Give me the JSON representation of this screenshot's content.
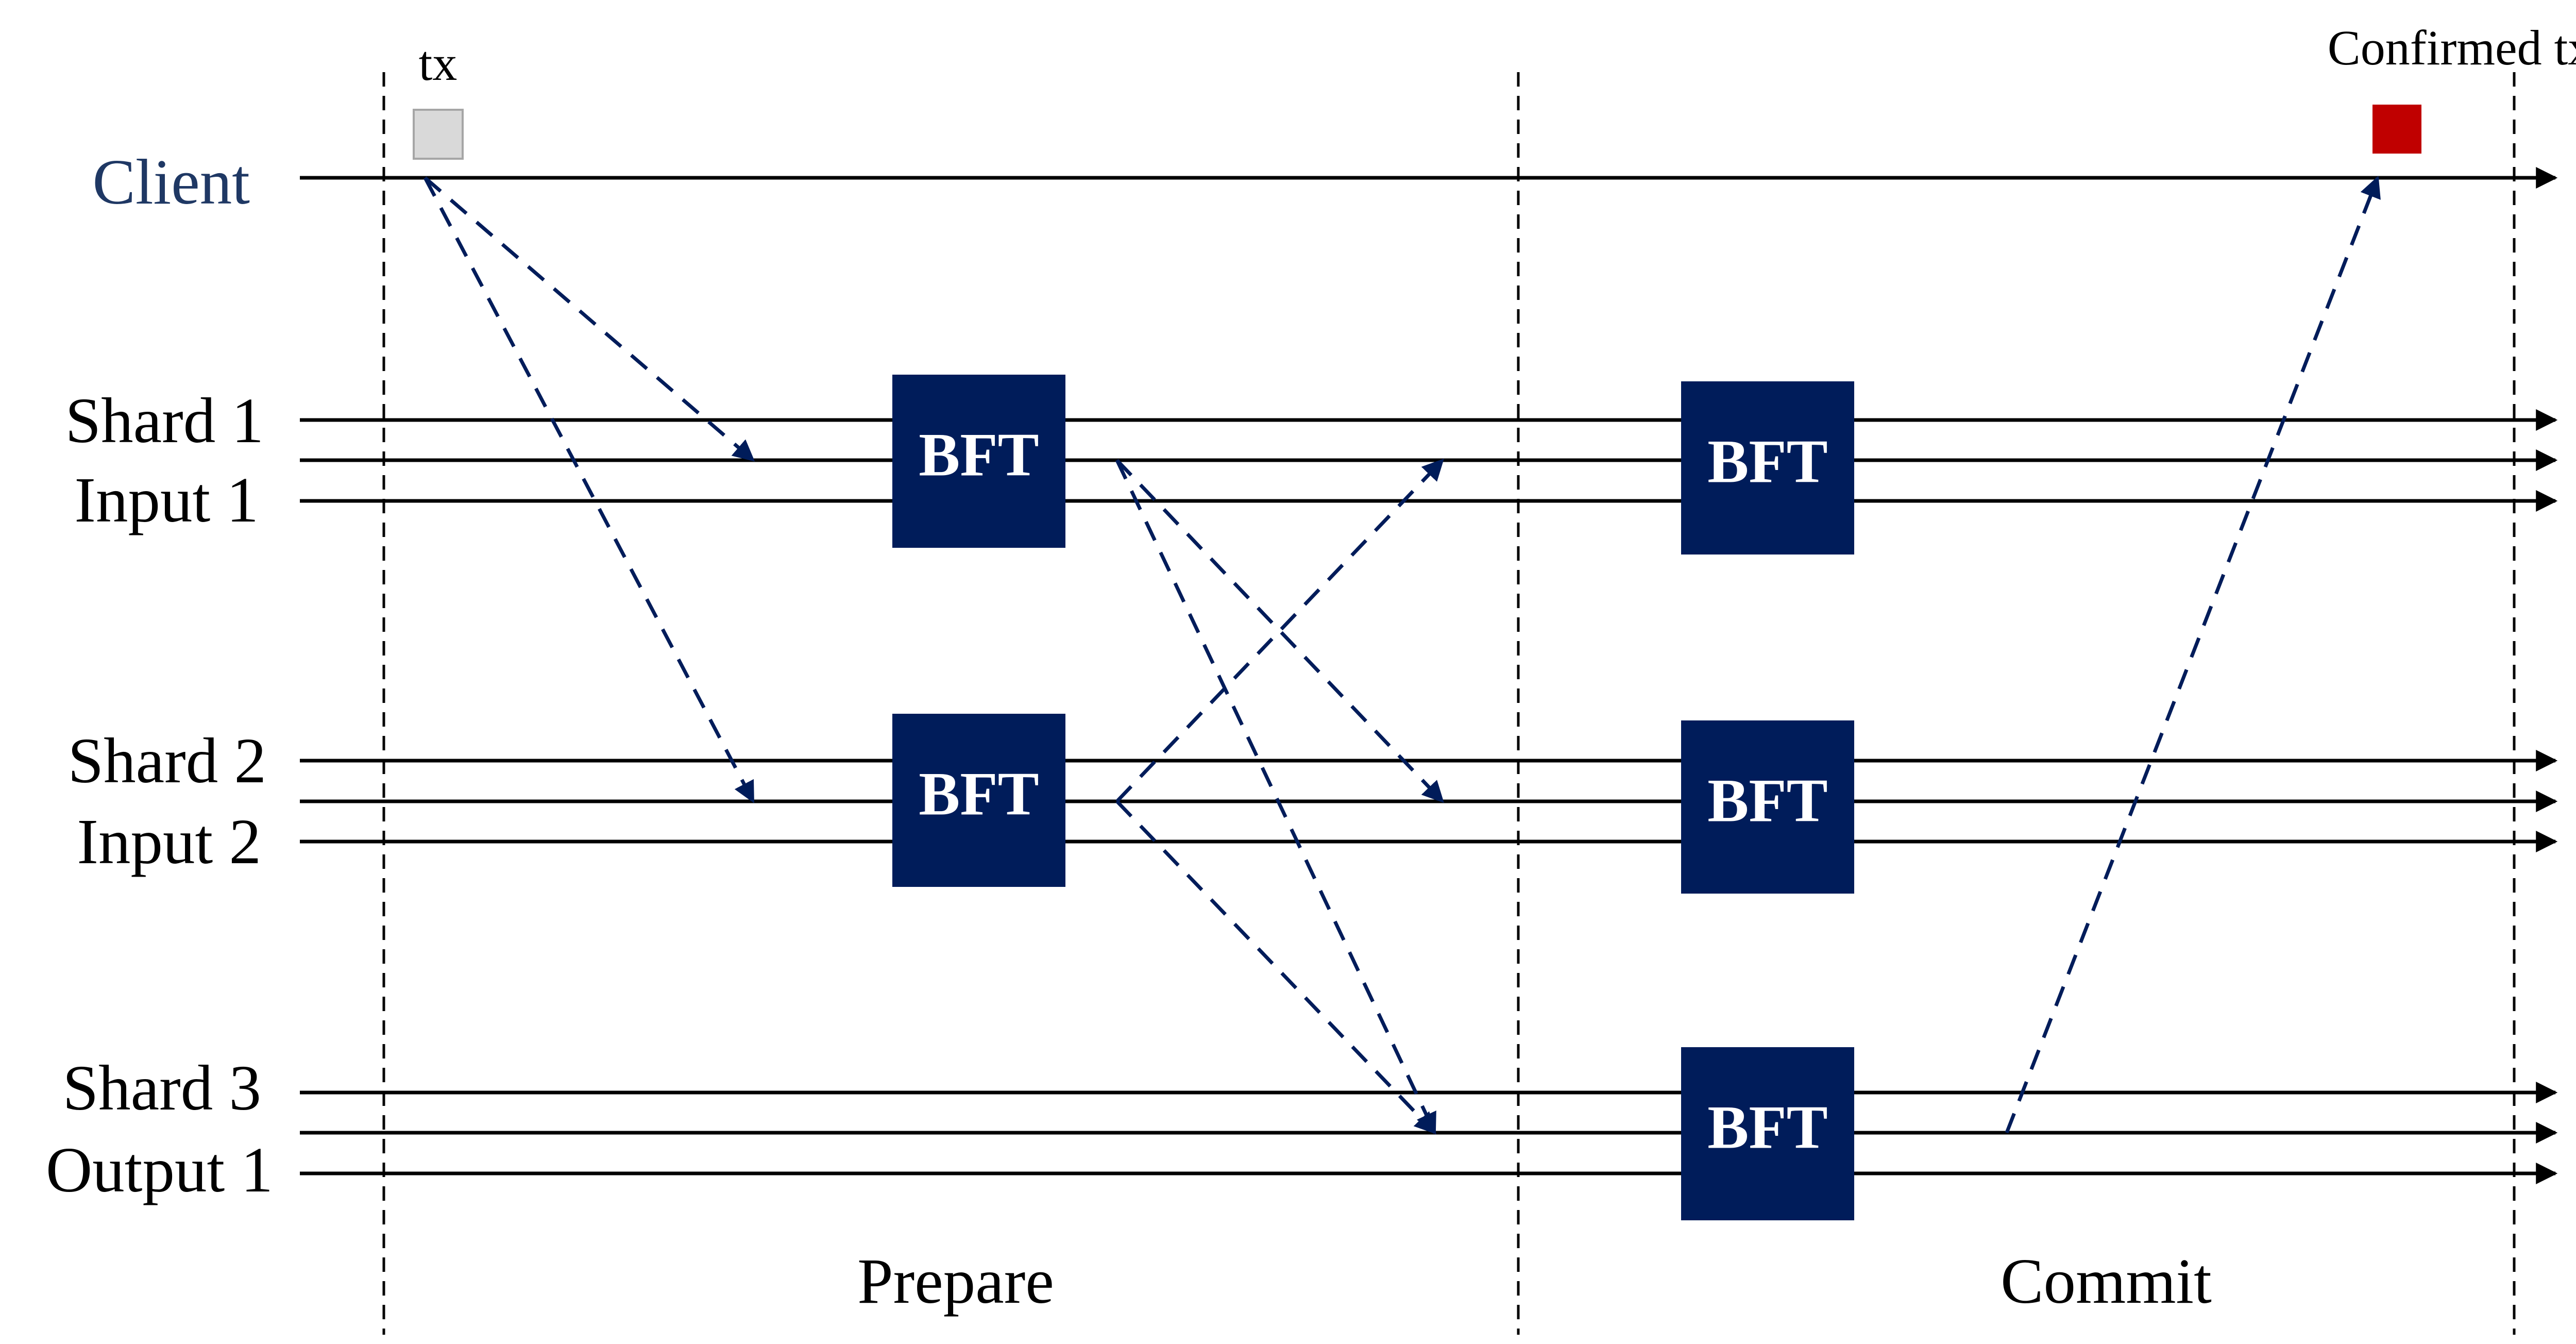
{
  "colors": {
    "navy": "#001c5a",
    "tx_pending": "#d9d9d9",
    "tx_confirmed": "#c00000",
    "line": "#000000"
  },
  "labels": {
    "tx": "tx",
    "confirmed_tx": "Confirmed tx",
    "client": "Client",
    "shard1": "Shard 1",
    "input1": "Input 1",
    "shard2": "Shard 2",
    "input2": "Input 2",
    "shard3": "Shard 3",
    "output1": "Output 1",
    "prepare": "Prepare",
    "commit": "Commit"
  },
  "bft_blocks": [
    {
      "id": "bft-shard1-prepare",
      "label": "BFT"
    },
    {
      "id": "bft-shard2-prepare",
      "label": "BFT"
    },
    {
      "id": "bft-shard1-commit",
      "label": "BFT"
    },
    {
      "id": "bft-shard2-commit",
      "label": "BFT"
    },
    {
      "id": "bft-shard3-commit",
      "label": "BFT"
    }
  ]
}
